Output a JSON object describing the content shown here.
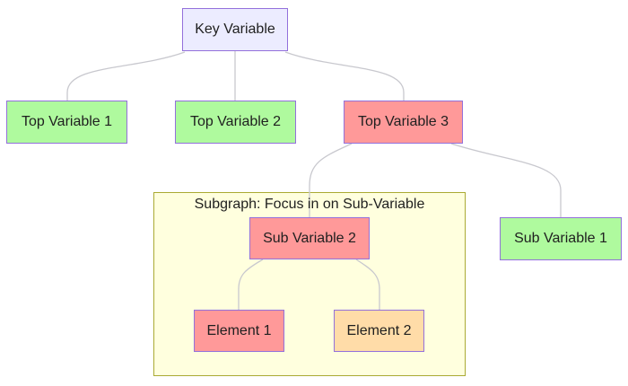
{
  "diagram": {
    "type": "flowchart",
    "nodes": {
      "key": {
        "label": "Key Variable",
        "fill": "#ECECFF",
        "border": "#9370DB"
      },
      "top1": {
        "label": "Top Variable 1",
        "fill": "#AFFA9E",
        "border": "#9370DB"
      },
      "top2": {
        "label": "Top Variable 2",
        "fill": "#AFFA9E",
        "border": "#9370DB"
      },
      "top3": {
        "label": "Top Variable 3",
        "fill": "#FF9999",
        "border": "#9370DB"
      },
      "sub2": {
        "label": "Sub Variable 2",
        "fill": "#FF9999",
        "border": "#9370DB"
      },
      "sub1": {
        "label": "Sub Variable 1",
        "fill": "#AFFA9E",
        "border": "#9370DB"
      },
      "el1": {
        "label": "Element 1",
        "fill": "#FF9999",
        "border": "#9370DB"
      },
      "el2": {
        "label": "Element 2",
        "fill": "#FFDCA8",
        "border": "#9370DB"
      }
    },
    "subgraph": {
      "title": "Subgraph: Focus in on Sub-Variable",
      "fill": "#FFFFDE",
      "border": "#AAAA33",
      "contains": [
        "Sub Variable 2",
        "Element 1",
        "Element 2"
      ]
    },
    "edges": [
      {
        "from": "Key Variable",
        "to": "Top Variable 1"
      },
      {
        "from": "Key Variable",
        "to": "Top Variable 2"
      },
      {
        "from": "Key Variable",
        "to": "Top Variable 3"
      },
      {
        "from": "Top Variable 3",
        "to": "Sub Variable 2"
      },
      {
        "from": "Top Variable 3",
        "to": "Sub Variable 1"
      },
      {
        "from": "Sub Variable 2",
        "to": "Element 1"
      },
      {
        "from": "Sub Variable 2",
        "to": "Element 2"
      }
    ],
    "colors": {
      "background": "#FFFFFF",
      "edge": "#C8C8CE",
      "text": "#1F1F1F"
    }
  }
}
